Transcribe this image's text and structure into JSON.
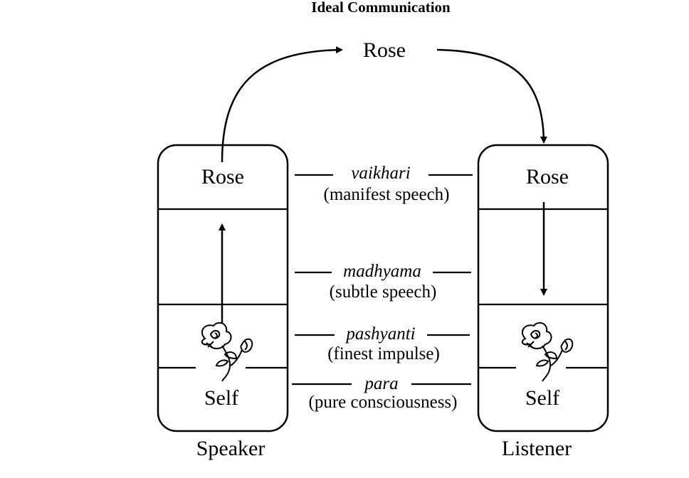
{
  "title": "Ideal Communication",
  "top_word": "Rose",
  "speaker": {
    "label": "Speaker",
    "top_word": "Rose",
    "bottom_word": "Self"
  },
  "listener": {
    "label": "Listener",
    "top_word": "Rose",
    "bottom_word": "Self"
  },
  "levels": [
    {
      "name": "vaikhari",
      "gloss": "(manifest speech)"
    },
    {
      "name": "madhyama",
      "gloss": "(subtle speech)"
    },
    {
      "name": "pashyanti",
      "gloss": "(finest impulse)"
    },
    {
      "name": "para",
      "gloss": "(pure consciousness)"
    }
  ],
  "icons": {
    "speaker_flower": "rose-icon",
    "listener_flower": "rose-icon"
  }
}
